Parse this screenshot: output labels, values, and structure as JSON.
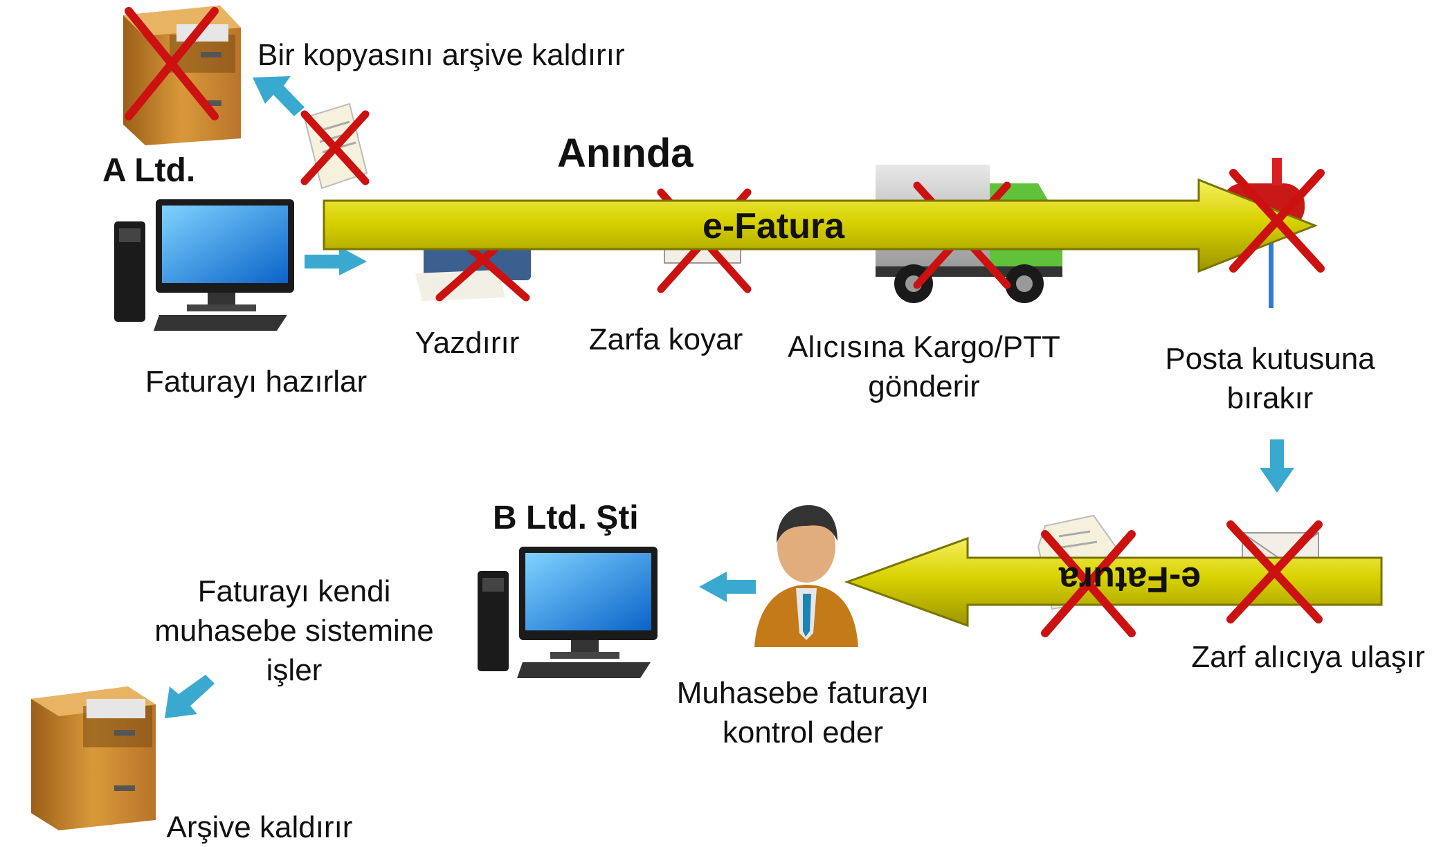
{
  "company_a": "A Ltd.",
  "company_b": "B Ltd. Şti",
  "instant_label": "Anında",
  "efatura_top": "e-Fatura",
  "efatura_bottom": "e-Fatura",
  "steps": {
    "archive_copy": "Bir kopyasını arşive kaldırır",
    "prepare": "Faturayı hazırlar",
    "print": "Yazdırır",
    "envelope": "Zarfa koyar",
    "send_line1": "Alıcısına Kargo/PTT",
    "send_line2": "gönderir",
    "mailbox_line1": "Posta kutusuna",
    "mailbox_line2": "bırakır",
    "reach": "Zarf alıcıya ulaşır",
    "control_line1": "Muhasebe faturayı",
    "control_line2": "kontrol eder",
    "record_line1": "Faturayı kendi",
    "record_line2": "muhasebe sistemine",
    "record_line3": "işler",
    "archive": "Arşive kaldırır"
  },
  "colors": {
    "arrow_fill": "#d4cf00",
    "arrow_border": "#7a7400",
    "flow_arrow": "#3aa9d0",
    "cross": "#cc1111",
    "cabinet": "#c8862a"
  }
}
